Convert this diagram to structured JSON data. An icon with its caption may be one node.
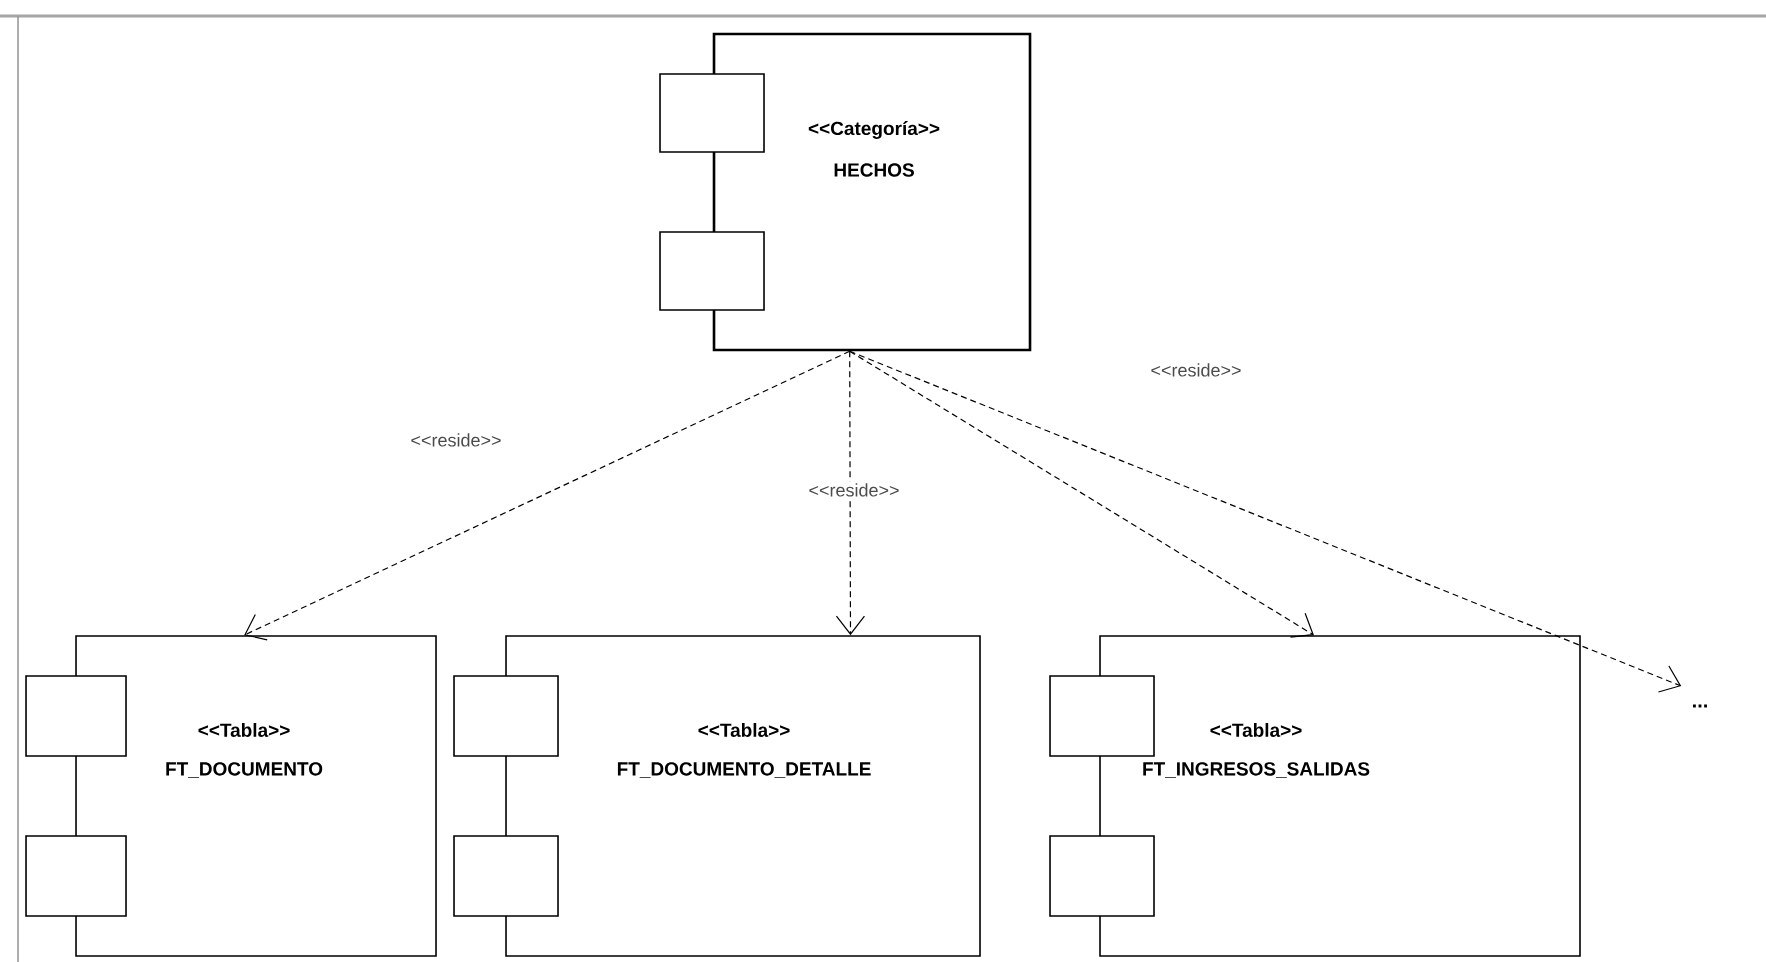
{
  "diagram": {
    "nodes": [
      {
        "text": [
          "<<Categoría>>",
          "HECHOS"
        ]
      },
      {
        "text": [
          "<<Tabla>>",
          "FT_DOCUMENTO"
        ]
      },
      {
        "text": [
          "<<Tabla>>",
          "FT_DOCUMENTO_DETALLE"
        ]
      },
      {
        "text": [
          "<<Tabla>>",
          "FT_INGRESOS_SALIDAS"
        ]
      },
      {
        "text": [
          "..."
        ]
      }
    ],
    "edges": [
      {
        "from": 0,
        "to": 1,
        "arrow": "to",
        "style": "dashed",
        "label": "<<reside>>"
      },
      {
        "from": 0,
        "to": 2,
        "arrow": "to",
        "style": "dashed",
        "label": "<<reside>>"
      },
      {
        "from": 0,
        "to": 3,
        "arrow": "to",
        "style": "dashed"
      },
      {
        "from": 0,
        "to": 4,
        "arrow": "to",
        "style": "dashed",
        "label": "<<reside>>"
      }
    ]
  }
}
